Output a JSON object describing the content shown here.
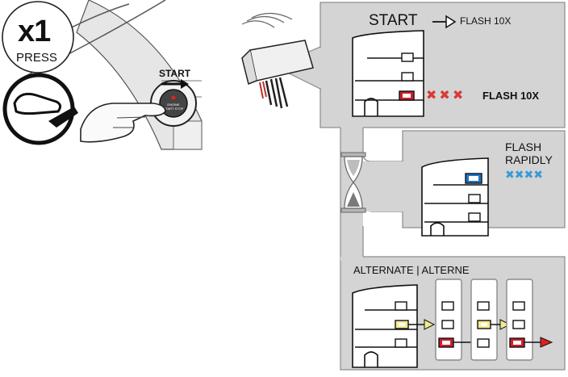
{
  "step": {
    "multiplier": "x1",
    "action": "PRESS",
    "start_button_label": "START"
  },
  "panel_top": {
    "start_text": "START",
    "arrow_text": "FLASH 10X",
    "indicator_text": "FLASH 10X",
    "x_marks": [
      "✖",
      "✖",
      "✖"
    ]
  },
  "panel_mid": {
    "line1": "FLASH",
    "line2": "RAPIDLY",
    "x_marks": [
      "✖",
      "✖",
      "✖",
      "✖"
    ]
  },
  "panel_bottom": {
    "title": "ALTERNATE | ALTERNE"
  },
  "colors": {
    "panel": "#d4d4d4",
    "panel_border": "#8a8a8a",
    "red": "#cc1f2b",
    "blue": "#1a75c4",
    "yellow": "#f4ea8c",
    "x_red": "#d83a3a",
    "x_blue": "#3a9ad8"
  },
  "icons": [
    "foot-pedal-icon",
    "start-button-icon",
    "remote-module-icon",
    "hourglass-icon",
    "led-panel-icon"
  ]
}
